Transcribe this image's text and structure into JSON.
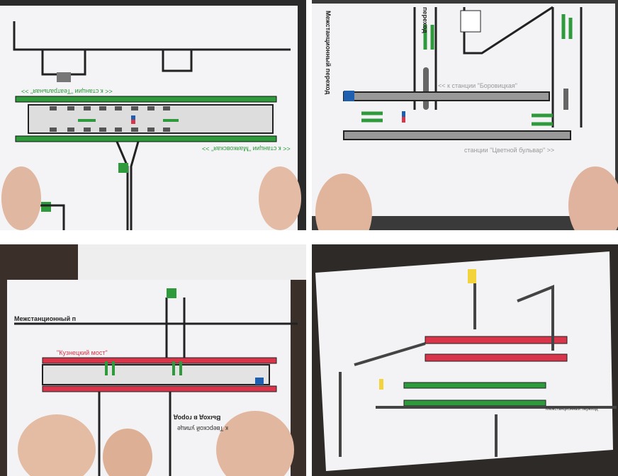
{
  "photos": [
    {
      "labels": {
        "top": "<< к станции \"Театральная\" >>",
        "bottom": "<< к станции \"Маяковская\" >>"
      }
    },
    {
      "labels": {
        "top": "<< к станции \"Боровицкая\"",
        "bottom": "станции \"Цветной бульвар\" >>",
        "side": "Межстанционный переход",
        "side2": "переход"
      }
    },
    {
      "labels": {
        "side": "Межстанционный п",
        "top": "\"Кузнецкий мост\"",
        "exit": "Выход в город",
        "exit2": "к Тверской улице"
      }
    },
    {
      "labels": {
        "corridor": "Межстанционный переход"
      }
    }
  ],
  "colors": {
    "green": "#2e9a3c",
    "gray": "#8a8a8a",
    "red": "#d8344a",
    "blue": "#1f5fb0"
  }
}
